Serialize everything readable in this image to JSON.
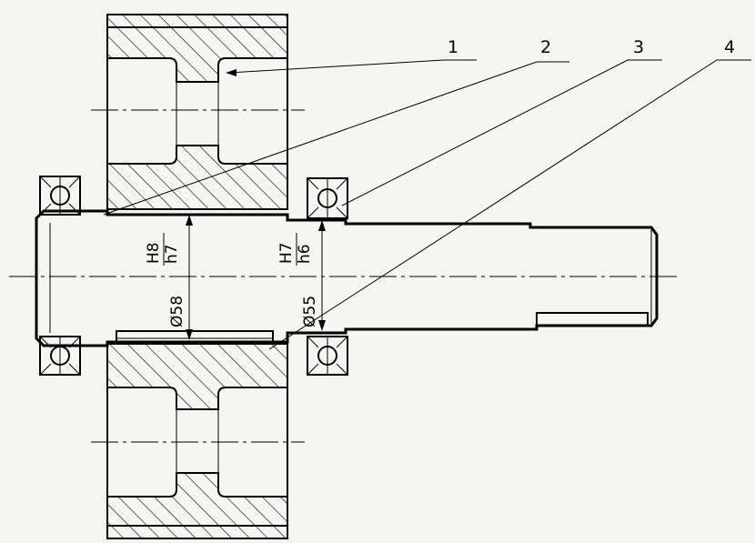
{
  "callouts": [
    {
      "id": "1",
      "text": "1"
    },
    {
      "id": "2",
      "text": "2"
    },
    {
      "id": "3",
      "text": "3"
    },
    {
      "id": "4",
      "text": "4"
    }
  ],
  "fits": {
    "left": {
      "numerator": "H8",
      "denominator": "h7",
      "diameter": "Ø58"
    },
    "right": {
      "numerator": "H7",
      "denominator": "h6",
      "diameter": "Ø55"
    }
  },
  "colors": {
    "background": "#f5f5f1",
    "line": "#000000"
  }
}
